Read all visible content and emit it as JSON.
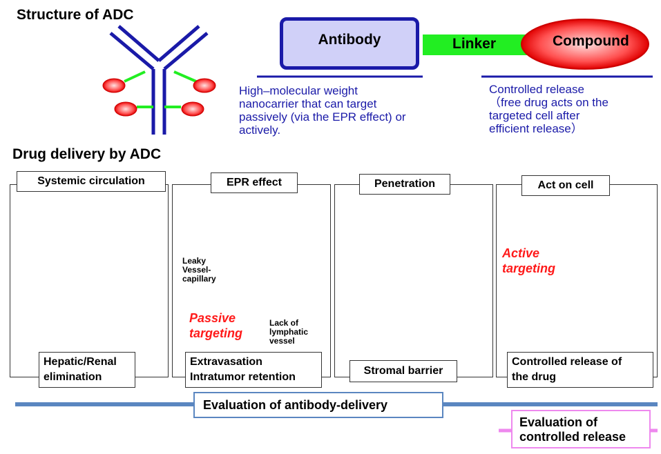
{
  "structure": {
    "title": "Structure of ADC",
    "antibody_label": "Antibody",
    "linker_label": "Linker",
    "compound_label": "Compound",
    "antibody_desc": [
      "High–molecular  weight",
      "nanocarrier that can target",
      "passively (via the EPR effect) or",
      "actively."
    ],
    "compound_desc": [
      "Controlled  release",
      "（free drug  acts on the",
      "targeted cell after",
      "efficient release）"
    ]
  },
  "delivery": {
    "title": "Drug delivery by ADC",
    "panels": [
      {
        "header": "Systemic circulation",
        "footer": [
          "Hepatic/Renal",
          "elimination"
        ]
      },
      {
        "header": "EPR effect",
        "footer": [
          "Extravasation",
          "Intratumor retention"
        ],
        "leaky": [
          "Leaky",
          "Vessel-",
          "capillary"
        ],
        "passive": [
          "Passive",
          "targeting"
        ],
        "lymph": [
          "Lack of",
          "lymphatic",
          "vessel"
        ]
      },
      {
        "header": "Penetration",
        "footer": [
          "Stromal barrier"
        ]
      },
      {
        "header": "Act on cell",
        "footer": [
          "Controlled  release of",
          "the drug"
        ],
        "active": [
          "Active",
          "targeting"
        ]
      }
    ]
  },
  "evaluation": {
    "antibody": "Evaluation of antibody-delivery",
    "release": [
      "Evaluation of",
      "controlled release"
    ]
  },
  "colors": {
    "antibody_blue": "#1a1aa8",
    "antibody_fill": "#d0d0f8",
    "linker_green": "#22ee22",
    "compound_red": "#ee1111",
    "eval_line": "#5a86c0",
    "release_pink": "#ee88ee"
  }
}
